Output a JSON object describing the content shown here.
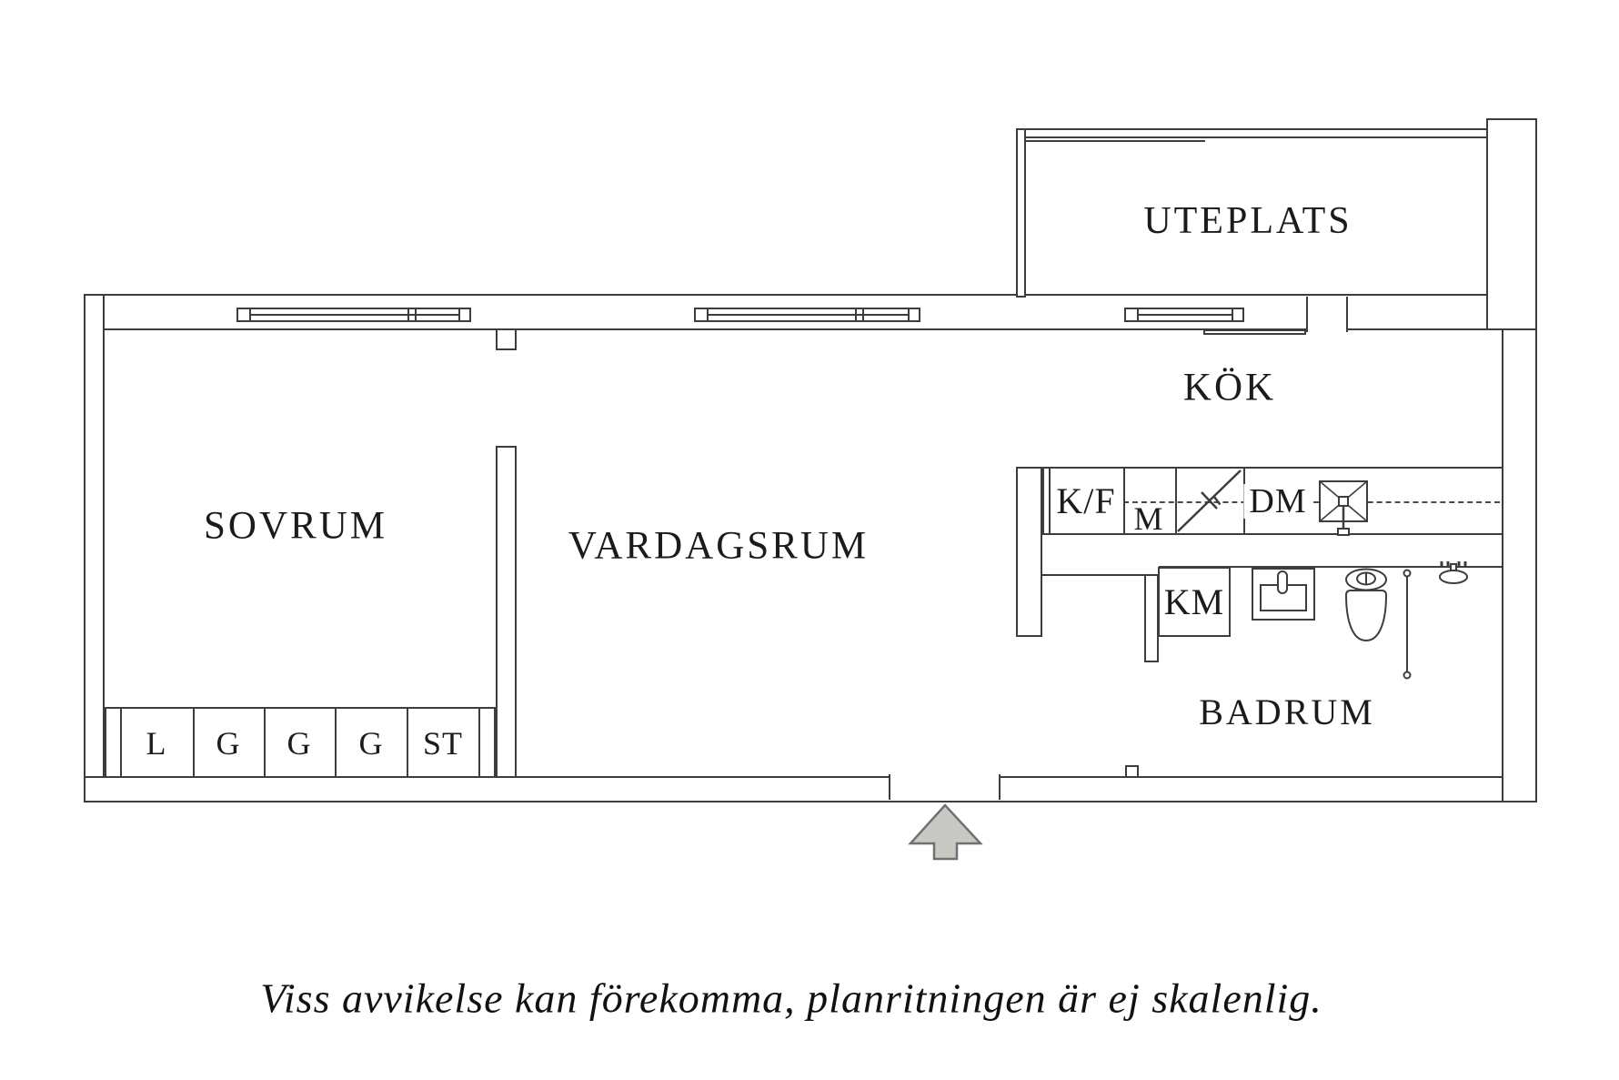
{
  "floor_plan": {
    "rooms": {
      "uteplats": {
        "label": "UTEPLATS"
      },
      "sovrum": {
        "label": "SOVRUM"
      },
      "vardagsrum": {
        "label": "VARDAGSRUM"
      },
      "kok": {
        "label": "KÖK"
      },
      "badrum": {
        "label": "BADRUM"
      }
    },
    "closets": {
      "items": [
        {
          "label": "L"
        },
        {
          "label": "G"
        },
        {
          "label": "G"
        },
        {
          "label": "G"
        },
        {
          "label": "ST"
        }
      ]
    },
    "appliances": {
      "kf": {
        "label": "K/F"
      },
      "m": {
        "label": "M"
      },
      "dm": {
        "label": "DM"
      },
      "km": {
        "label": "KM"
      }
    },
    "caption": "Viss avvikelse kan förekomma, planritningen är ej skalenlig.",
    "colors": {
      "wall_line": "#3d3d3d",
      "text": "#1b1b1b",
      "arrow_fill": "#c9c9c4",
      "arrow_stroke": "#707070",
      "background": "#ffffff"
    }
  }
}
